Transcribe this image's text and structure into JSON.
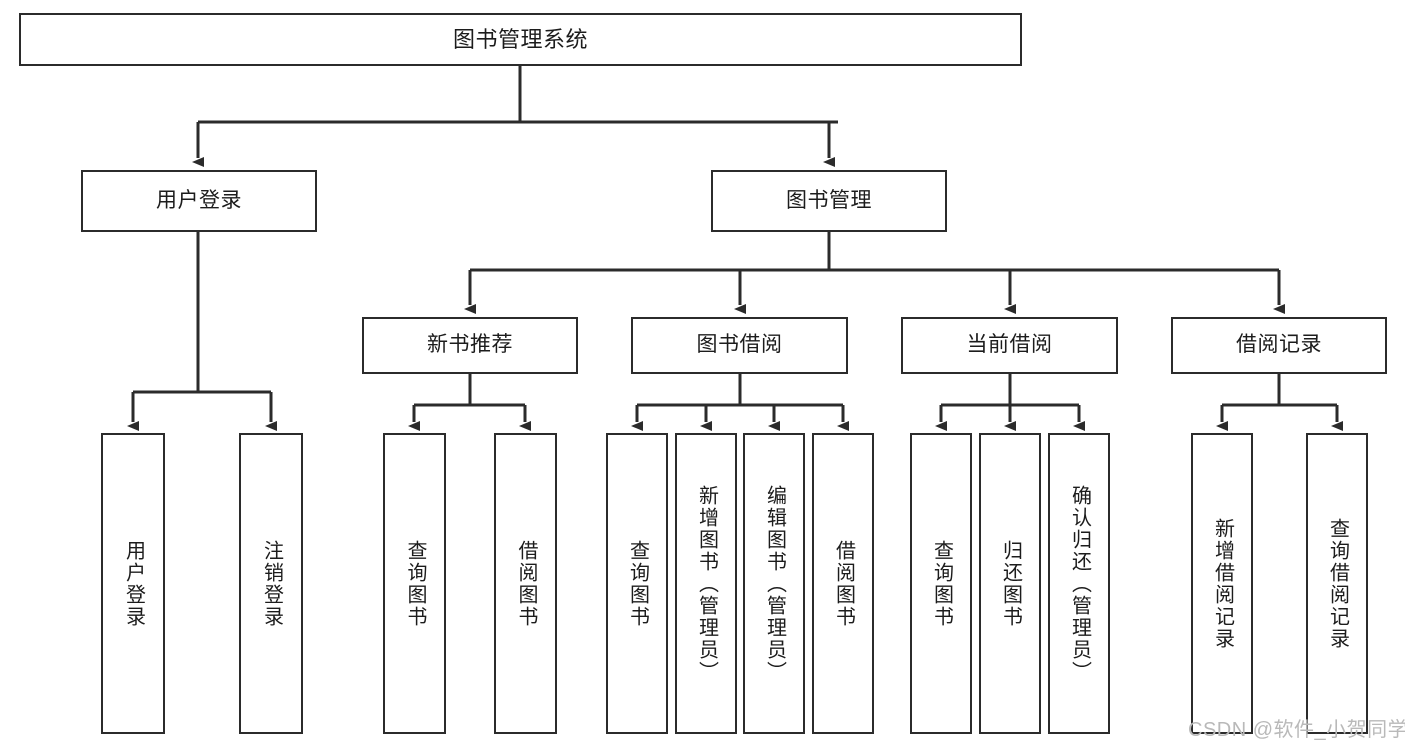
{
  "diagram": {
    "title": "图书管理系统",
    "type": "tree-hierarchy-diagram",
    "root": {
      "label": "图书管理系统"
    },
    "level2": [
      {
        "label": "用户登录"
      },
      {
        "label": "图书管理"
      }
    ],
    "level3": [
      {
        "label": "新书推荐"
      },
      {
        "label": "图书借阅"
      },
      {
        "label": "当前借阅"
      },
      {
        "label": "借阅记录"
      }
    ],
    "leaves": {
      "user_login": [
        {
          "label": "用户登录"
        },
        {
          "label": "注销登录"
        }
      ],
      "new_book_recommend": [
        {
          "label": "查询图书"
        },
        {
          "label": "借阅图书"
        }
      ],
      "book_borrow": [
        {
          "label": "查询图书"
        },
        {
          "label": "新增图书（管理员）"
        },
        {
          "label": "编辑图书（管理员）"
        },
        {
          "label": "借阅图书"
        }
      ],
      "current_borrow": [
        {
          "label": "查询图书"
        },
        {
          "label": "归还图书"
        },
        {
          "label": "确认归还（管理员）"
        }
      ],
      "borrow_records": [
        {
          "label": "新增借阅记录"
        },
        {
          "label": "查询借阅记录"
        }
      ]
    }
  },
  "watermark": {
    "text": "CSDN @软件_小贺同学"
  },
  "colors": {
    "stroke": "#2b2b2b",
    "box_fill": "#ffffff",
    "text": "#1c1c1c",
    "watermark": "#b9b9b9",
    "background": "#ffffff"
  }
}
